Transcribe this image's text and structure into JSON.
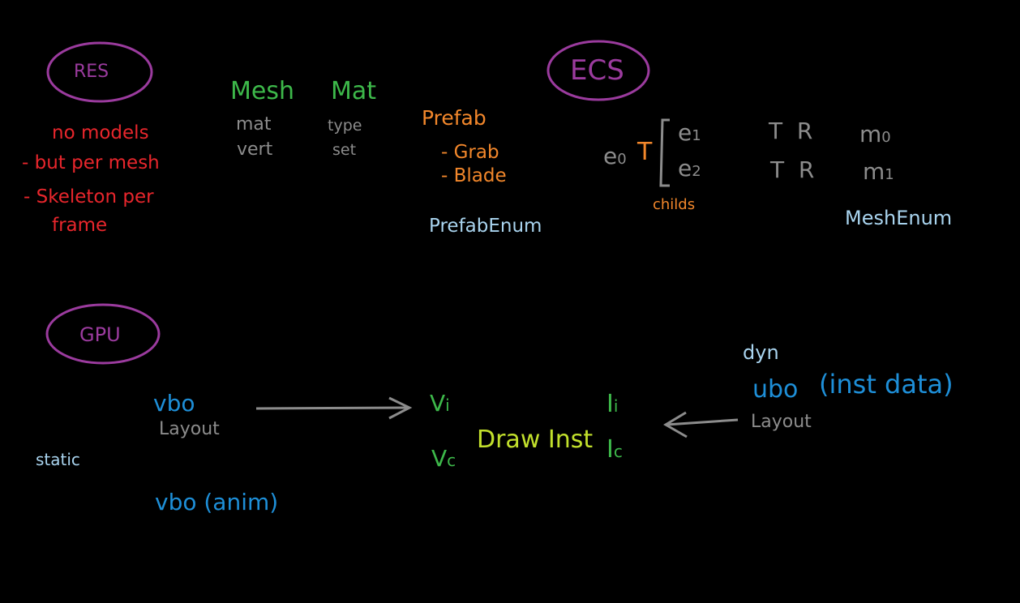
{
  "colors": {
    "background": "#000000",
    "purple": "#9b3b9e",
    "red": "#e8262c",
    "green": "#3db84a",
    "gray": "#8c8c8c",
    "orange": "#f2872b",
    "light_blue": "#a9d4ef",
    "blue": "#1e8fd8",
    "yellow_green": "#c2e02c"
  },
  "res": {
    "title": "RES",
    "notes": [
      "no models",
      "- but per mesh",
      "- Skeleton per",
      "frame"
    ],
    "mesh_title": "Mesh",
    "mesh_fields": [
      "mat",
      "vert"
    ],
    "mat_title": "Mat",
    "mat_fields": [
      "type",
      "set"
    ]
  },
  "ecs": {
    "title": "ECS",
    "prefab": {
      "title": "Prefab",
      "items": [
        "- Grab",
        "- Blade"
      ],
      "enum": "PrefabEnum"
    },
    "hierarchy": {
      "parent": "e",
      "parent_sub": "0",
      "parent_t": "T",
      "children": [
        {
          "name": "e",
          "sub": "1",
          "components": "T  R",
          "mesh": "m",
          "mesh_sub": "0"
        },
        {
          "name": "e",
          "sub": "2",
          "components": "T  R",
          "mesh": "m",
          "mesh_sub": "1"
        }
      ],
      "childs_label": "childs"
    },
    "mesh_enum": "MeshEnum"
  },
  "gpu": {
    "title": "GPU",
    "static_label": "static",
    "vbo": "vbo",
    "vbo_layout": "Layout",
    "vbo_anim": "vbo (anim)",
    "vi": "V",
    "vi_sub": "i",
    "vc": "V",
    "vc_sub": "c",
    "draw": "Draw Inst",
    "ii": "I",
    "ii_sub": "i",
    "ic": "I",
    "ic_sub": "c",
    "dyn_label": "dyn",
    "ubo": "ubo",
    "ubo_paren": "(inst data)",
    "ubo_layout": "Layout"
  }
}
